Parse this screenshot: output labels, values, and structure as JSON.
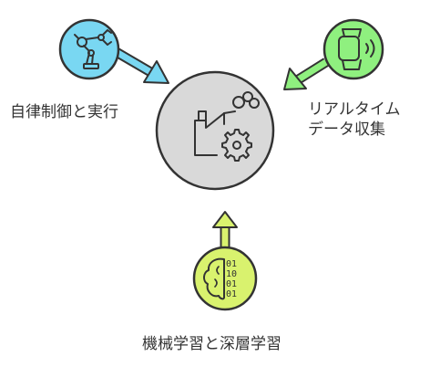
{
  "diagram": {
    "center": {
      "name": "factory-hub",
      "fill": "#d9d9d9",
      "stroke": "#333333"
    },
    "nodes": [
      {
        "id": "autonomous",
        "label": "自律制御と実行",
        "icon": "robot-arm-icon",
        "color": "#79d7f2"
      },
      {
        "id": "realtime",
        "label": "リアルタイム\nデータ収集",
        "label_lines": [
          "リアルタイム",
          "データ収集"
        ],
        "icon": "smartwatch-signal-icon",
        "color": "#8ff07f"
      },
      {
        "id": "ml",
        "label": "機械学習と深層学習",
        "icon": "brain-binary-icon",
        "color": "#d9f26e"
      }
    ]
  }
}
